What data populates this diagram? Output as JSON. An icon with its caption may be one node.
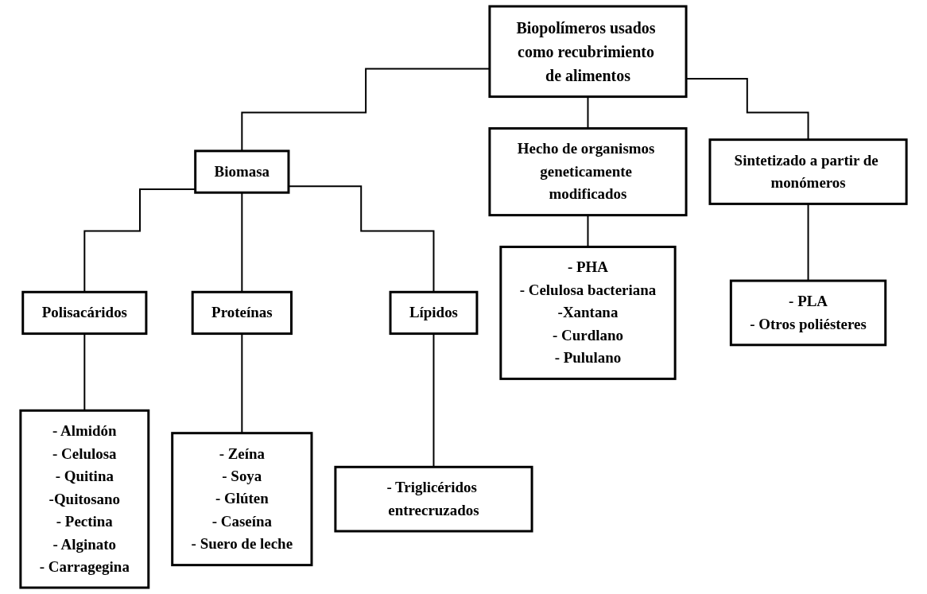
{
  "diagram": {
    "nodes": [
      {
        "text": [
          "Biopolímeros usados como recubrimiento de alimentos"
        ]
      },
      {
        "text": [
          "Hecho de organismos geneticamente modificados"
        ]
      },
      {
        "text": [
          "Sintetizado a partir de monómeros"
        ]
      },
      {
        "text": [
          "Biomasa"
        ]
      },
      {
        "text": [
          "Polisacáridos"
        ]
      },
      {
        "text": [
          "Proteínas"
        ]
      },
      {
        "text": [
          "Lípidos"
        ]
      },
      {
        "text": [
          "- PHA",
          "- Celulosa bacteriana",
          "-Xantana",
          "- Curdlano",
          "- Pululano"
        ]
      },
      {
        "text": [
          "- PLA",
          "- Otros poliésteres"
        ]
      },
      {
        "text": [
          "- Almidón",
          "- Celulosa",
          "- Quitina",
          "-Quitosano",
          "- Pectina",
          "- Alginato",
          "- Carragegina"
        ]
      },
      {
        "text": [
          "- Zeína",
          "- Soya",
          "- Glúten",
          "- Caseína",
          "- Suero de leche"
        ]
      },
      {
        "text": [
          "- Triglicéridos entrecruzados"
        ]
      }
    ],
    "edges": [
      {
        "from": 0,
        "to": 1,
        "arrow": "none"
      },
      {
        "from": 0,
        "to": 2,
        "arrow": "none"
      },
      {
        "from": 0,
        "to": 3,
        "arrow": "none"
      },
      {
        "from": 1,
        "to": 7,
        "arrow": "none"
      },
      {
        "from": 2,
        "to": 8,
        "arrow": "none"
      },
      {
        "from": 3,
        "to": 4,
        "arrow": "none"
      },
      {
        "from": 3,
        "to": 5,
        "arrow": "none"
      },
      {
        "from": 3,
        "to": 6,
        "arrow": "none"
      },
      {
        "from": 4,
        "to": 9,
        "arrow": "none"
      },
      {
        "from": 5,
        "to": 10,
        "arrow": "none"
      },
      {
        "from": 6,
        "to": 11,
        "arrow": "none"
      }
    ]
  }
}
